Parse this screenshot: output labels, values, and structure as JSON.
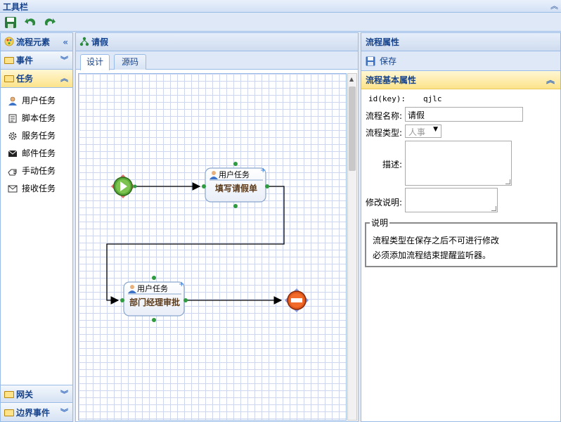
{
  "app": {
    "title": "工具栏"
  },
  "toolbar": {
    "buttons": [
      "save-icon",
      "undo-icon",
      "redo-icon"
    ]
  },
  "left_panel": {
    "title": "流程元素",
    "sections": [
      {
        "label": "事件",
        "expanded": false
      },
      {
        "label": "任务",
        "expanded": true
      },
      {
        "label": "网关",
        "expanded": false
      },
      {
        "label": "边界事件",
        "expanded": false
      }
    ],
    "task_items": [
      "用户任务",
      "脚本任务",
      "服务任务",
      "邮件任务",
      "手动任务",
      "接收任务"
    ]
  },
  "center_panel": {
    "title": "请假",
    "tabs": [
      {
        "label": "设计",
        "active": true
      },
      {
        "label": "源码",
        "active": false
      }
    ]
  },
  "diagram": {
    "nodes": [
      {
        "kind": "start-event"
      },
      {
        "kind": "user-task",
        "type_label": "用户任务",
        "name": "填写请假单"
      },
      {
        "kind": "user-task",
        "type_label": "用户任务",
        "name": "部门经理审批"
      },
      {
        "kind": "end-event"
      }
    ]
  },
  "right_panel": {
    "title": "流程属性",
    "save_label": "保存",
    "section_title": "流程基本属性",
    "id_label": "id(key):",
    "id_value": "qjlc",
    "name_label": "流程名称:",
    "name_value": "请假",
    "type_label": "流程类型:",
    "type_value": "人事",
    "desc_label": "描述:",
    "desc_value": "",
    "change_label": "修改说明:",
    "change_value": "",
    "note_legend": "说明",
    "note_lines": [
      "流程类型在保存之后不可进行修改",
      "必须添加流程结束提醒监听器。"
    ]
  },
  "colors": {
    "header_blue": "#15428b",
    "border": "#99bbe8",
    "active_section": "#fce38a",
    "flow_line": "#000000",
    "anchor": "#2e9b3e"
  }
}
